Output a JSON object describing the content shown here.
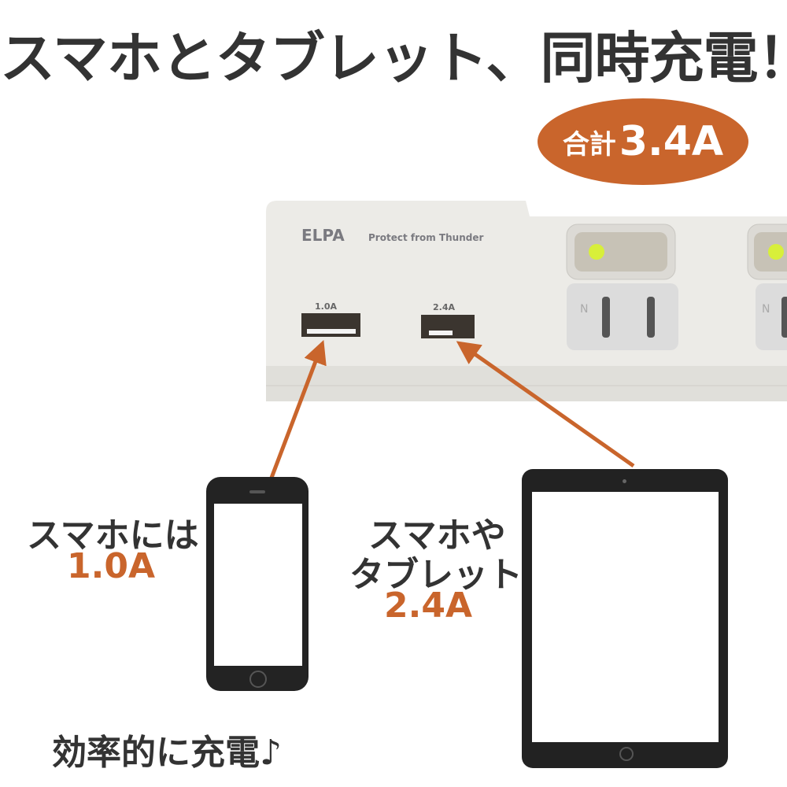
{
  "headline": "スマホとタブレット、同時充電！",
  "badge": {
    "prefix": "合計",
    "value": "3.4A"
  },
  "strip": {
    "brand": "ELPA",
    "tagline": "Protect from Thunder",
    "port1": "1.0A",
    "port2": "2.4A",
    "outlet_mark": "N"
  },
  "phone_label": {
    "line1": "スマホには",
    "amps": "1.0A"
  },
  "tablet_label": {
    "line1": "スマホや",
    "line2": "タブレット",
    "amps": "2.4A"
  },
  "footer": "効率的に充電♪",
  "colors": {
    "accent": "#c9652c",
    "text": "#333333"
  }
}
